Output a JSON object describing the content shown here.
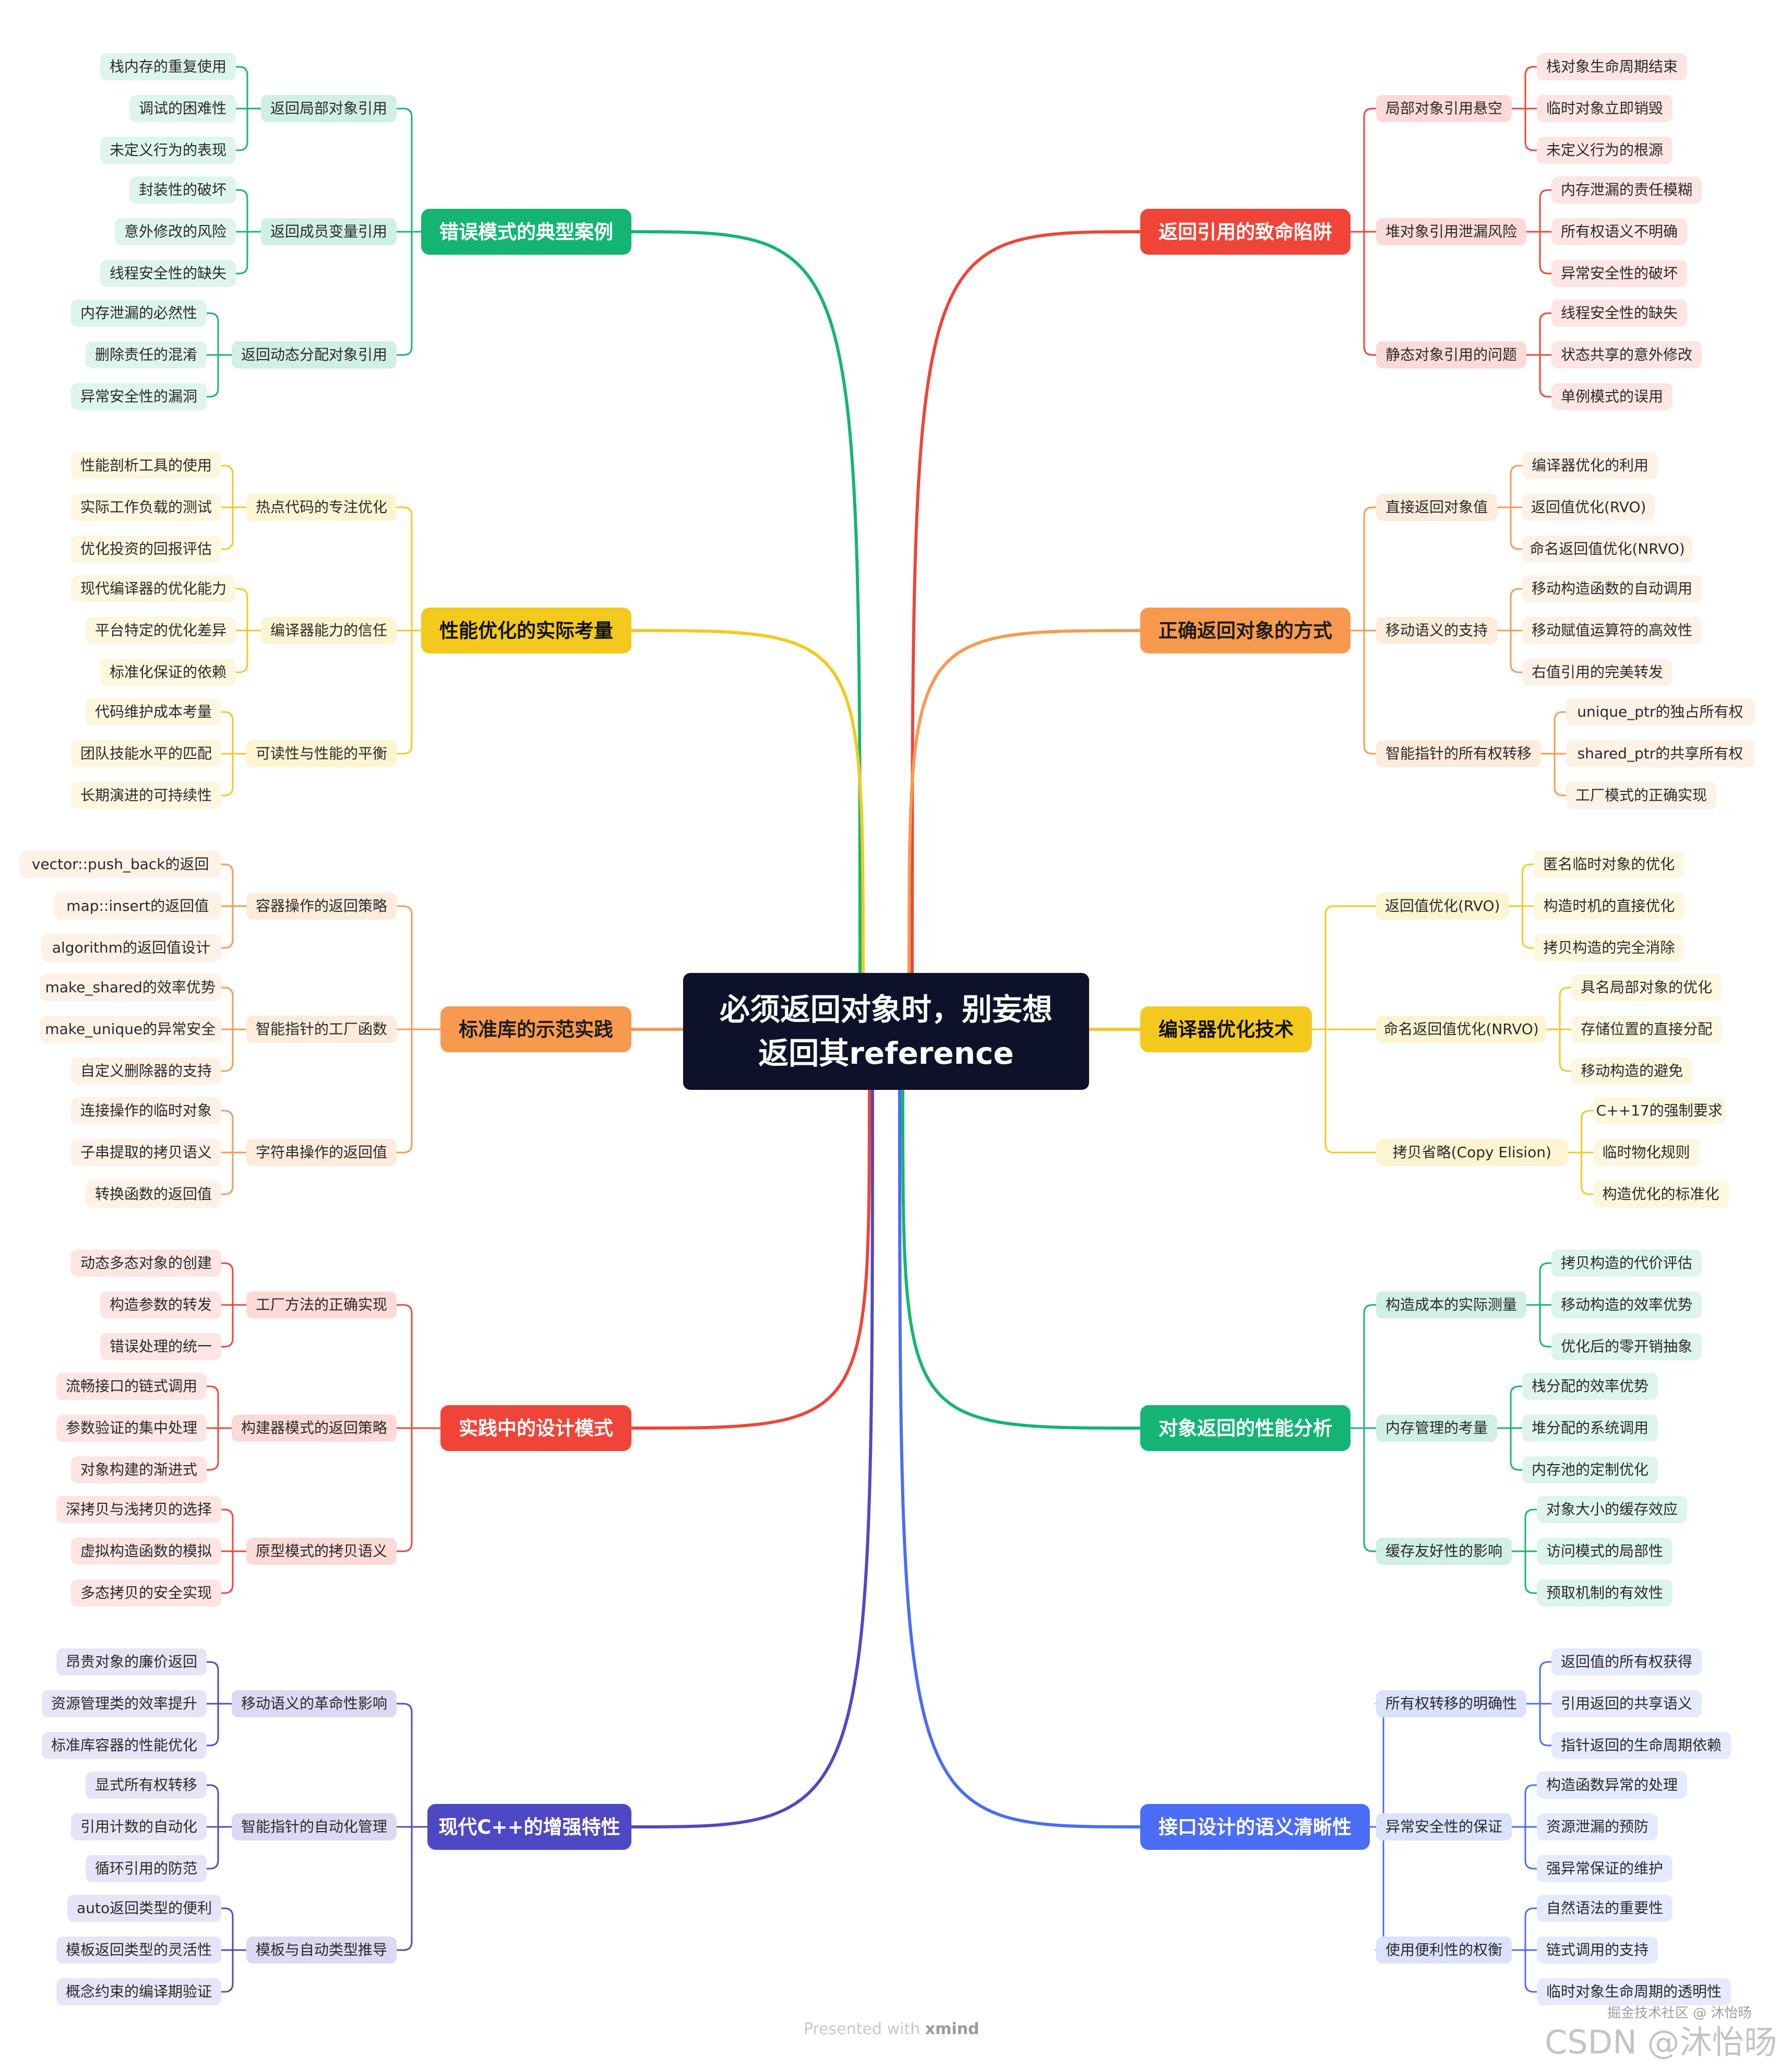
{
  "center": {
    "line1": "必须返回对象时，别妄想",
    "line2": "返回其reference"
  },
  "footer": {
    "prefix": "Presented with",
    "brand": "xmind"
  },
  "watermark": {
    "community": "掘金技术社区 @ 沐怡旸",
    "csdn": "CSDN @沐怡旸"
  },
  "colors": {
    "center_bg": "#0d1129",
    "green": "#12b76a",
    "red": "#f04438",
    "yellow": "#f5c518",
    "orange": "#f7954a",
    "indigo": "#4e46c8",
    "blue": "#4a6cf7"
  },
  "branches": [
    {
      "label": "错误模式的典型案例",
      "color": "#14b574",
      "side": "left",
      "children": [
        {
          "label": "返回局部对象引用",
          "children": [
            "栈内存的重复使用",
            "调试的困难性",
            "未定义行为的表现"
          ]
        },
        {
          "label": "返回成员变量引用",
          "children": [
            "封装性的破坏",
            "意外修改的风险",
            "线程安全性的缺失"
          ]
        },
        {
          "label": "返回动态分配对象引用",
          "children": [
            "内存泄漏的必然性",
            "删除责任的混淆",
            "异常安全性的漏洞"
          ]
        }
      ]
    },
    {
      "label": "性能优化的实际考量",
      "color": "#f4c91d",
      "side": "left",
      "children": [
        {
          "label": "热点代码的专注优化",
          "children": [
            "性能剖析工具的使用",
            "实际工作负载的测试",
            "优化投资的回报评估"
          ]
        },
        {
          "label": "编译器能力的信任",
          "children": [
            "现代编译器的优化能力",
            "平台特定的优化差异",
            "标准化保证的依赖"
          ]
        },
        {
          "label": "可读性与性能的平衡",
          "children": [
            "代码维护成本考量",
            "团队技能水平的匹配",
            "长期演进的可持续性"
          ]
        }
      ]
    },
    {
      "label": "标准库的示范实践",
      "color": "#f79a4f",
      "side": "left",
      "children": [
        {
          "label": "容器操作的返回策略",
          "children": [
            "vector::push_back的返回",
            "map::insert的返回值",
            "algorithm的返回值设计"
          ]
        },
        {
          "label": "智能指针的工厂函数",
          "children": [
            "make_shared的效率优势",
            "make_unique的异常安全",
            "自定义删除器的支持"
          ]
        },
        {
          "label": "字符串操作的返回值",
          "children": [
            "连接操作的临时对象",
            "子串提取的拷贝语义",
            "转换函数的返回值"
          ]
        }
      ]
    },
    {
      "label": "实践中的设计模式",
      "color": "#f04438",
      "side": "left",
      "children": [
        {
          "label": "工厂方法的正确实现",
          "children": [
            "动态多态对象的创建",
            "构造参数的转发",
            "错误处理的统一"
          ]
        },
        {
          "label": "构建器模式的返回策略",
          "children": [
            "流畅接口的链式调用",
            "参数验证的集中处理",
            "对象构建的渐进式"
          ]
        },
        {
          "label": "原型模式的拷贝语义",
          "children": [
            "深拷贝与浅拷贝的选择",
            "虚拟构造函数的模拟",
            "多态拷贝的安全实现"
          ]
        }
      ]
    },
    {
      "label": "现代C++的增强特性",
      "color": "#4f48c4",
      "side": "left",
      "children": [
        {
          "label": "移动语义的革命性影响",
          "children": [
            "昂贵对象的廉价返回",
            "资源管理类的效率提升",
            "标准库容器的性能优化"
          ]
        },
        {
          "label": "智能指针的自动化管理",
          "children": [
            "显式所有权转移",
            "引用计数的自动化",
            "循环引用的防范"
          ]
        },
        {
          "label": "模板与自动类型推导",
          "children": [
            "auto返回类型的便利",
            "模板返回类型的灵活性",
            "概念约束的编译期验证"
          ]
        }
      ]
    },
    {
      "label": "返回引用的致命陷阱",
      "color": "#f04438",
      "side": "right",
      "children": [
        {
          "label": "局部对象引用悬空",
          "children": [
            "栈对象生命周期结束",
            "临时对象立即销毁",
            "未定义行为的根源"
          ]
        },
        {
          "label": "堆对象引用泄漏风险",
          "children": [
            "内存泄漏的责任模糊",
            "所有权语义不明确",
            "异常安全性的破坏"
          ]
        },
        {
          "label": "静态对象引用的问题",
          "children": [
            "线程安全性的缺失",
            "状态共享的意外修改",
            "单例模式的误用"
          ]
        }
      ]
    },
    {
      "label": "正确返回对象的方式",
      "color": "#f79a4f",
      "side": "right",
      "children": [
        {
          "label": "直接返回对象值",
          "children": [
            "编译器优化的利用",
            "返回值优化(RVO)",
            "命名返回值优化(NRVO)"
          ]
        },
        {
          "label": "移动语义的支持",
          "children": [
            "移动构造函数的自动调用",
            "移动赋值运算符的高效性",
            "右值引用的完美转发"
          ]
        },
        {
          "label": "智能指针的所有权转移",
          "children": [
            "unique_ptr的独占所有权",
            "shared_ptr的共享所有权",
            "工厂模式的正确实现"
          ]
        }
      ]
    },
    {
      "label": "编译器优化技术",
      "color": "#f4c91d",
      "side": "right",
      "children": [
        {
          "label": "返回值优化(RVO)",
          "children": [
            "匿名临时对象的优化",
            "构造时机的直接优化",
            "拷贝构造的完全消除"
          ]
        },
        {
          "label": "命名返回值优化(NRVO)",
          "children": [
            "具名局部对象的优化",
            "存储位置的直接分配",
            "移动构造的避免"
          ]
        },
        {
          "label": "拷贝省略(Copy Elision)",
          "children": [
            "C++17的强制要求",
            "临时物化规则",
            "构造优化的标准化"
          ]
        }
      ]
    },
    {
      "label": "对象返回的性能分析",
      "color": "#14b574",
      "side": "right",
      "children": [
        {
          "label": "构造成本的实际测量",
          "children": [
            "拷贝构造的代价评估",
            "移动构造的效率优势",
            "优化后的零开销抽象"
          ]
        },
        {
          "label": "内存管理的考量",
          "children": [
            "栈分配的效率优势",
            "堆分配的系统调用",
            "内存池的定制优化"
          ]
        },
        {
          "label": "缓存友好性的影响",
          "children": [
            "对象大小的缓存效应",
            "访问模式的局部性",
            "预取机制的有效性"
          ]
        }
      ]
    },
    {
      "label": "接口设计的语义清晰性",
      "color": "#4a6cf7",
      "side": "right",
      "children": [
        {
          "label": "所有权转移的明确性",
          "children": [
            "返回值的所有权获得",
            "引用返回的共享语义",
            "指针返回的生命周期依赖"
          ]
        },
        {
          "label": "异常安全性的保证",
          "children": [
            "构造函数异常的处理",
            "资源泄漏的预防",
            "强异常保证的维护"
          ]
        },
        {
          "label": "使用便利性的权衡",
          "children": [
            "自然语法的重要性",
            "链式调用的支持",
            "临时对象生命周期的透明性"
          ]
        }
      ]
    }
  ]
}
